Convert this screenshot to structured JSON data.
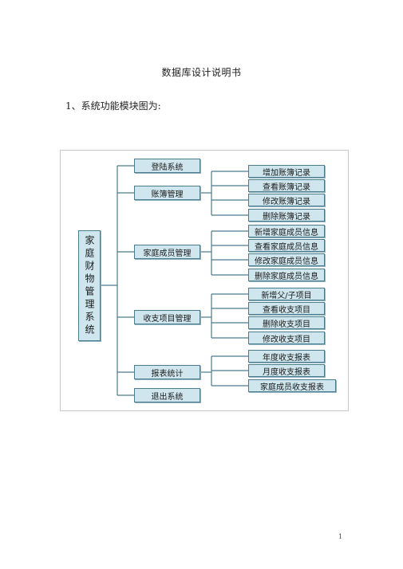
{
  "document": {
    "title": "数据库设计说明书",
    "section_heading": "1、系统功能模块图为:",
    "page_number": "1"
  },
  "diagram": {
    "root": "家庭财物管理系统",
    "modules": [
      {
        "label": "登陆系统",
        "children": []
      },
      {
        "label": "账簿管理",
        "children": [
          "增加账簿记录",
          "查看账簿记录",
          "修改账簿记录",
          "删除账簿记录"
        ]
      },
      {
        "label": "家庭成员管理",
        "children": [
          "新增家庭成员信息",
          "查看家庭成员信息",
          "修改家庭成员信息",
          "删除家庭成员信息"
        ]
      },
      {
        "label": "收支项目管理",
        "children": [
          "新增父/子项目",
          "查看收支项目",
          "删除收支项目",
          "修改收支项目"
        ]
      },
      {
        "label": "报表统计",
        "children": [
          "年度收支报表",
          "月度收支报表",
          "家庭成员收支报表"
        ]
      },
      {
        "label": "退出系统",
        "children": []
      }
    ]
  }
}
